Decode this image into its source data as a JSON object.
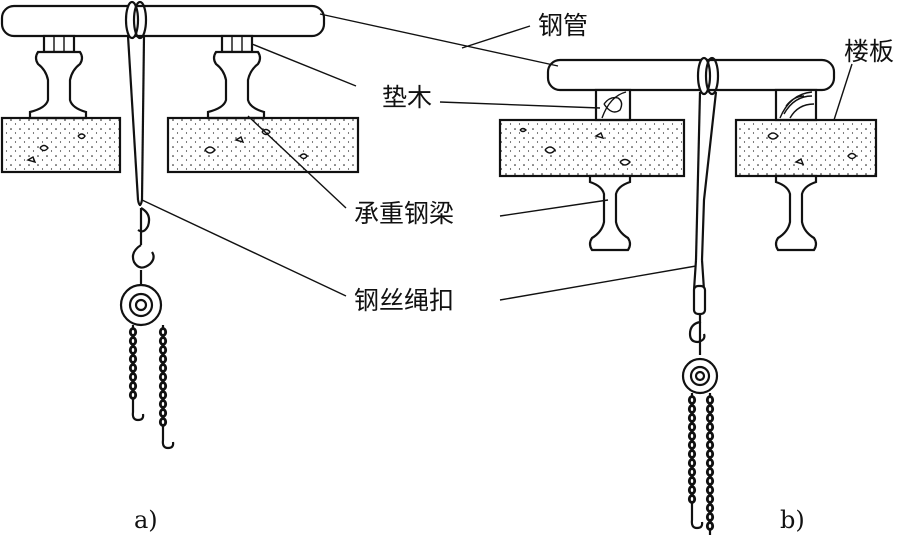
{
  "labels": {
    "steel_pipe": "钢管",
    "floor_slab": "楼板",
    "wood_pad": "垫木",
    "load_beam": "承重钢梁",
    "wire_rope_clip": "钢丝绳扣"
  },
  "captions": {
    "a": "a)",
    "b": "b)"
  }
}
